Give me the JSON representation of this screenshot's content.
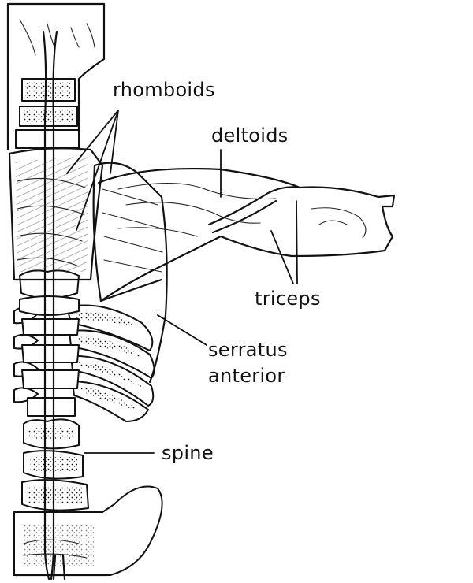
{
  "labels": {
    "rhomboids": "rhomboids",
    "deltoids": "deltoids",
    "triceps": "triceps",
    "serratus_line1": "serratus",
    "serratus_line2": "anterior",
    "spine": "spine"
  }
}
